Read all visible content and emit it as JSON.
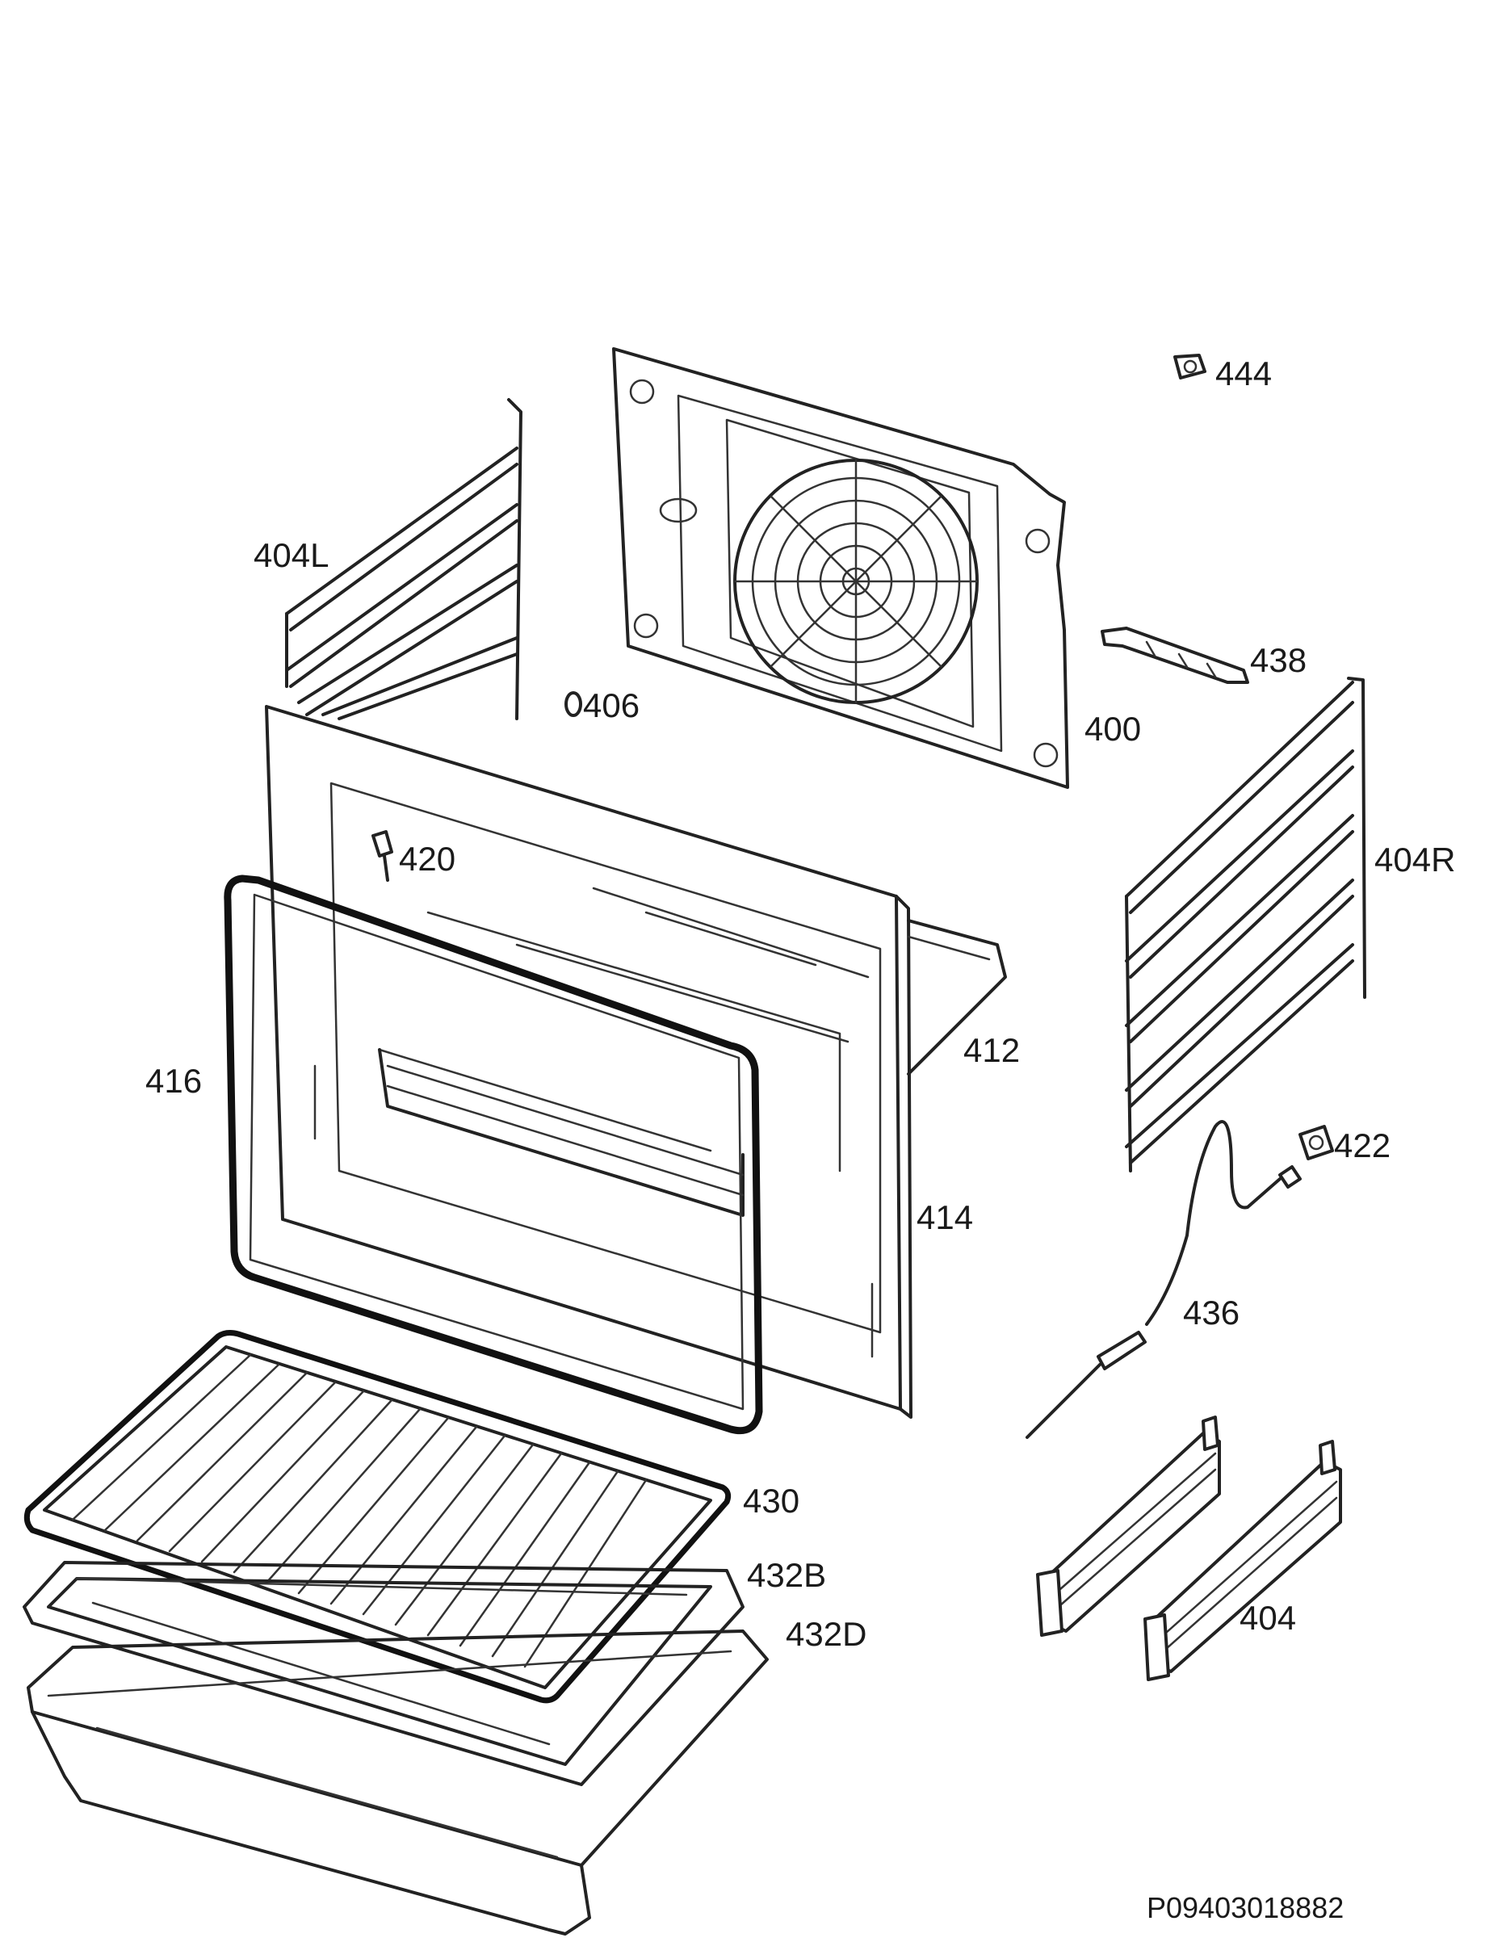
{
  "diagram": {
    "document_id": "P09403018882",
    "parts": [
      {
        "id": "p444",
        "label": "444"
      },
      {
        "id": "p404L",
        "label": "404L"
      },
      {
        "id": "p438",
        "label": "438"
      },
      {
        "id": "p406",
        "label": "406"
      },
      {
        "id": "p400",
        "label": "400"
      },
      {
        "id": "p420",
        "label": "420"
      },
      {
        "id": "p404R",
        "label": "404R"
      },
      {
        "id": "p412",
        "label": "412"
      },
      {
        "id": "p416",
        "label": "416"
      },
      {
        "id": "p422",
        "label": "422"
      },
      {
        "id": "p414",
        "label": "414"
      },
      {
        "id": "p436",
        "label": "436"
      },
      {
        "id": "p430",
        "label": "430"
      },
      {
        "id": "p432B",
        "label": "432B"
      },
      {
        "id": "p432D",
        "label": "432D"
      },
      {
        "id": "p404",
        "label": "404"
      }
    ]
  }
}
